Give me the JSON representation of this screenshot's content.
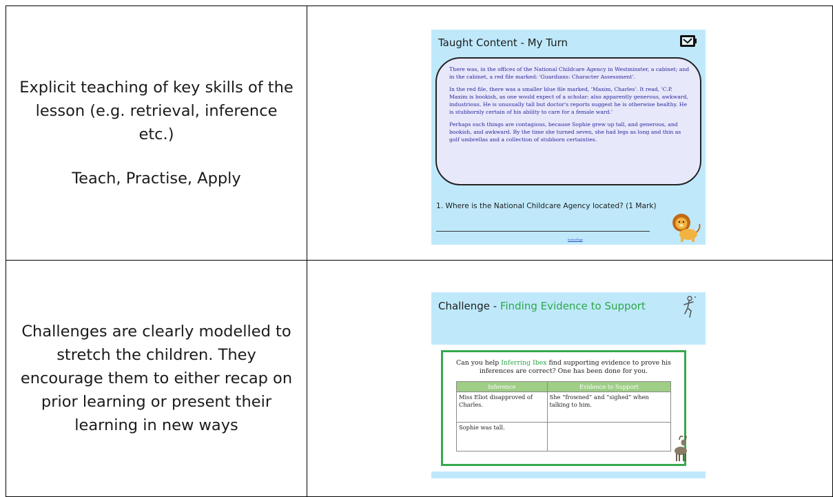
{
  "rows": [
    {
      "description": [
        "Explicit teaching of key skills of the lesson (e.g. retrieval, inference etc.)",
        "Teach, Practise, Apply"
      ],
      "slide": {
        "title": "Taught Content - My Turn",
        "passage": [
          "There was, in the offices of the National Childcare Agency in Westminster, a cabinet; and in the cabinet, a red file marked: 'Guardians: Character Assessment'.",
          "In the red file, there was a smaller blue file marked, 'Maxim, Charles'. It read, 'C.P. Maxim is bookish, as one would expect of a scholar: also apparently generous, awkward, industrious. He is unusually tall but doctor's reports suggest he is otherwise healthy. He is stubbornly certain of his ability to care for a female ward.'",
          "Perhaps such things are contagious, because Sophie grew up tall, and generous, and bookish, and awkward. By the time she turned seven, she had legs as long and thin as golf umbrellas and a collection of stubborn certainties."
        ],
        "question": "1. Where is the National Childcare Agency located? (1 Mark)",
        "footer": "ExtendPage"
      }
    },
    {
      "description": [
        "Challenges are clearly modelled to stretch the children. They encourage them to either recap on prior learning or present their learning in new ways"
      ],
      "slide": {
        "title_prefix": "Challenge - ",
        "title_accent": "Finding Evidence to Support",
        "task_prefix": "Can you help ",
        "task_accent": "Inferring Ibex",
        "task_suffix": " find supporting evidence to prove his inferences are correct? One has been done for you.",
        "table": {
          "headers": [
            "Inference",
            "Evidence to Support"
          ],
          "rows": [
            [
              "Miss Eliot disapproved of Charles.",
              "She “frowned” and “sighed” when talking to him."
            ],
            [
              "Sophie was tall.",
              ""
            ]
          ]
        }
      }
    }
  ],
  "colors": {
    "slide_bg": "#bfe9fb",
    "passage_bg": "#e8e8fb",
    "passage_text": "#27279a",
    "accent_green": "#2da64a",
    "table_header": "#9fce86"
  }
}
